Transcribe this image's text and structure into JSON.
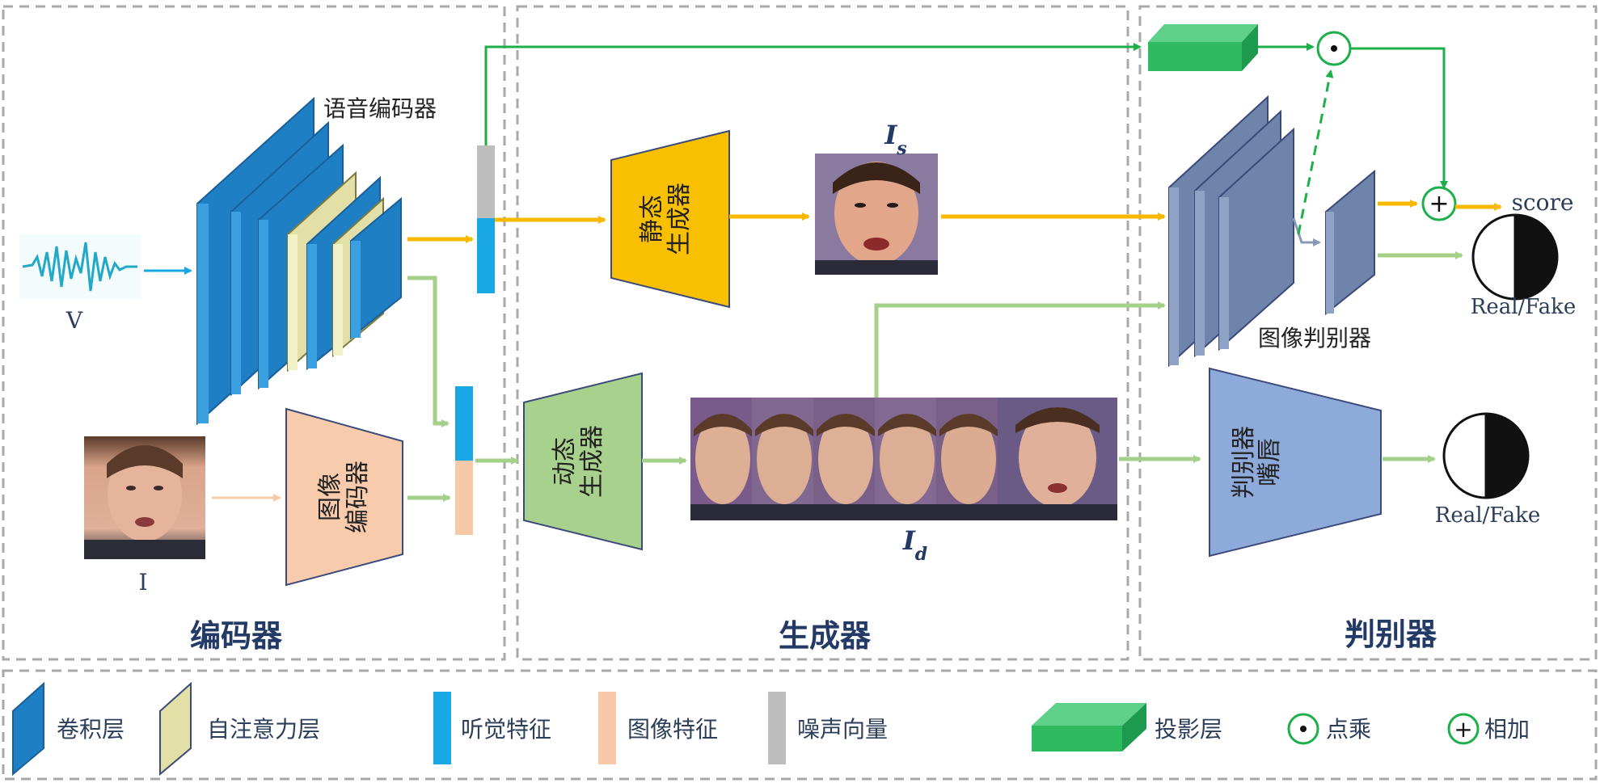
{
  "sections": {
    "encoder": "编码器",
    "generator": "生成器",
    "discriminator": "判别器"
  },
  "encoder": {
    "speech_encoder_label": "语音编码器",
    "image_encoder_label_line1": "图像",
    "image_encoder_label_line2": "编码器",
    "audio_input_label": "V",
    "image_input_label": "I"
  },
  "generator": {
    "static_line1": "静态",
    "static_line2": "生成器",
    "dynamic_line1": "动态",
    "dynamic_line2": "生成器",
    "static_output_label": "I",
    "static_output_sub": "s",
    "dynamic_output_label": "I",
    "dynamic_output_sub": "d"
  },
  "discriminator": {
    "image_disc_label": "图像判别器",
    "lip_disc_line1": "嘴唇",
    "lip_disc_line2": "判别器",
    "score_label": "score",
    "realfake_top": "Real/Fake",
    "realfake_bottom": "Real/Fake"
  },
  "legend": {
    "conv": "卷积层",
    "self_attention": "自注意力层",
    "audio_feature": "听觉特征",
    "image_feature": "图像特征",
    "noise_vector": "噪声向量",
    "projection": "投影层",
    "dot_product": "点乘",
    "add": "相加"
  },
  "colors": {
    "conv": "#1f7fc4",
    "self_attention": "#e2e0a6",
    "audio_feature": "#1aa7e6",
    "image_feature": "#f6c9a8",
    "noise_vector": "#bdbdbd",
    "projection": "#2fba62",
    "yellow_arrow": "#f7b800",
    "green_arrow": "#a4d08a",
    "dark_green": "#1db04a",
    "static_gen": "#f8c000",
    "dynamic_gen": "#a9d18e",
    "image_encoder": "#f8cbad",
    "disc_blue": "#7a8fb5",
    "lip_disc": "#8eaadb"
  }
}
